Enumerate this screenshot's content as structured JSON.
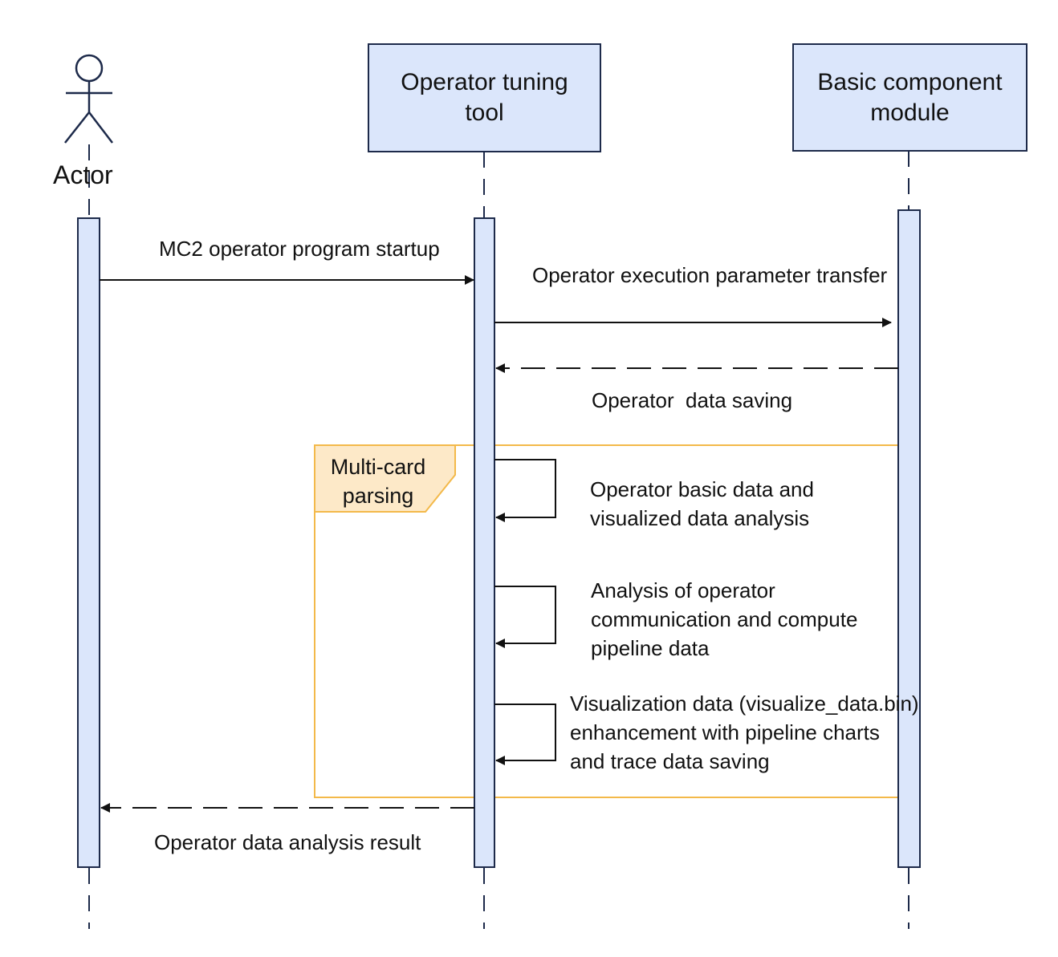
{
  "actor": {
    "label": "Actor"
  },
  "participants": [
    {
      "label_line1": "Operator tuning",
      "label_line2": "tool"
    },
    {
      "label_line1": "Basic component",
      "label_line2": "module"
    }
  ],
  "messages": {
    "m1": "MC2 operator program startup",
    "m2": "Operator execution parameter transfer",
    "m3": "Operator  data saving",
    "m4_l1": "Operator basic data and",
    "m4_l2": "visualized data analysis",
    "m5_l1": "Analysis of operator",
    "m5_l2": "communication and compute",
    "m5_l3": "pipeline data",
    "m6_l1": "Visualization data (visualize_data.bin)",
    "m6_l2": "enhancement with pipeline charts",
    "m6_l3": "and trace data saving",
    "m7": "Operator data analysis result"
  },
  "fragment": {
    "label_line1": "Multi-card",
    "label_line2": "parsing"
  },
  "colors": {
    "participant_fill": "#dbe6fb",
    "participant_stroke": "#1d2a4a",
    "activation_fill": "#dbe6fb",
    "fragment_stroke": "#f3b94a",
    "fragment_tab_fill": "#fde9c8",
    "line": "#111111"
  }
}
